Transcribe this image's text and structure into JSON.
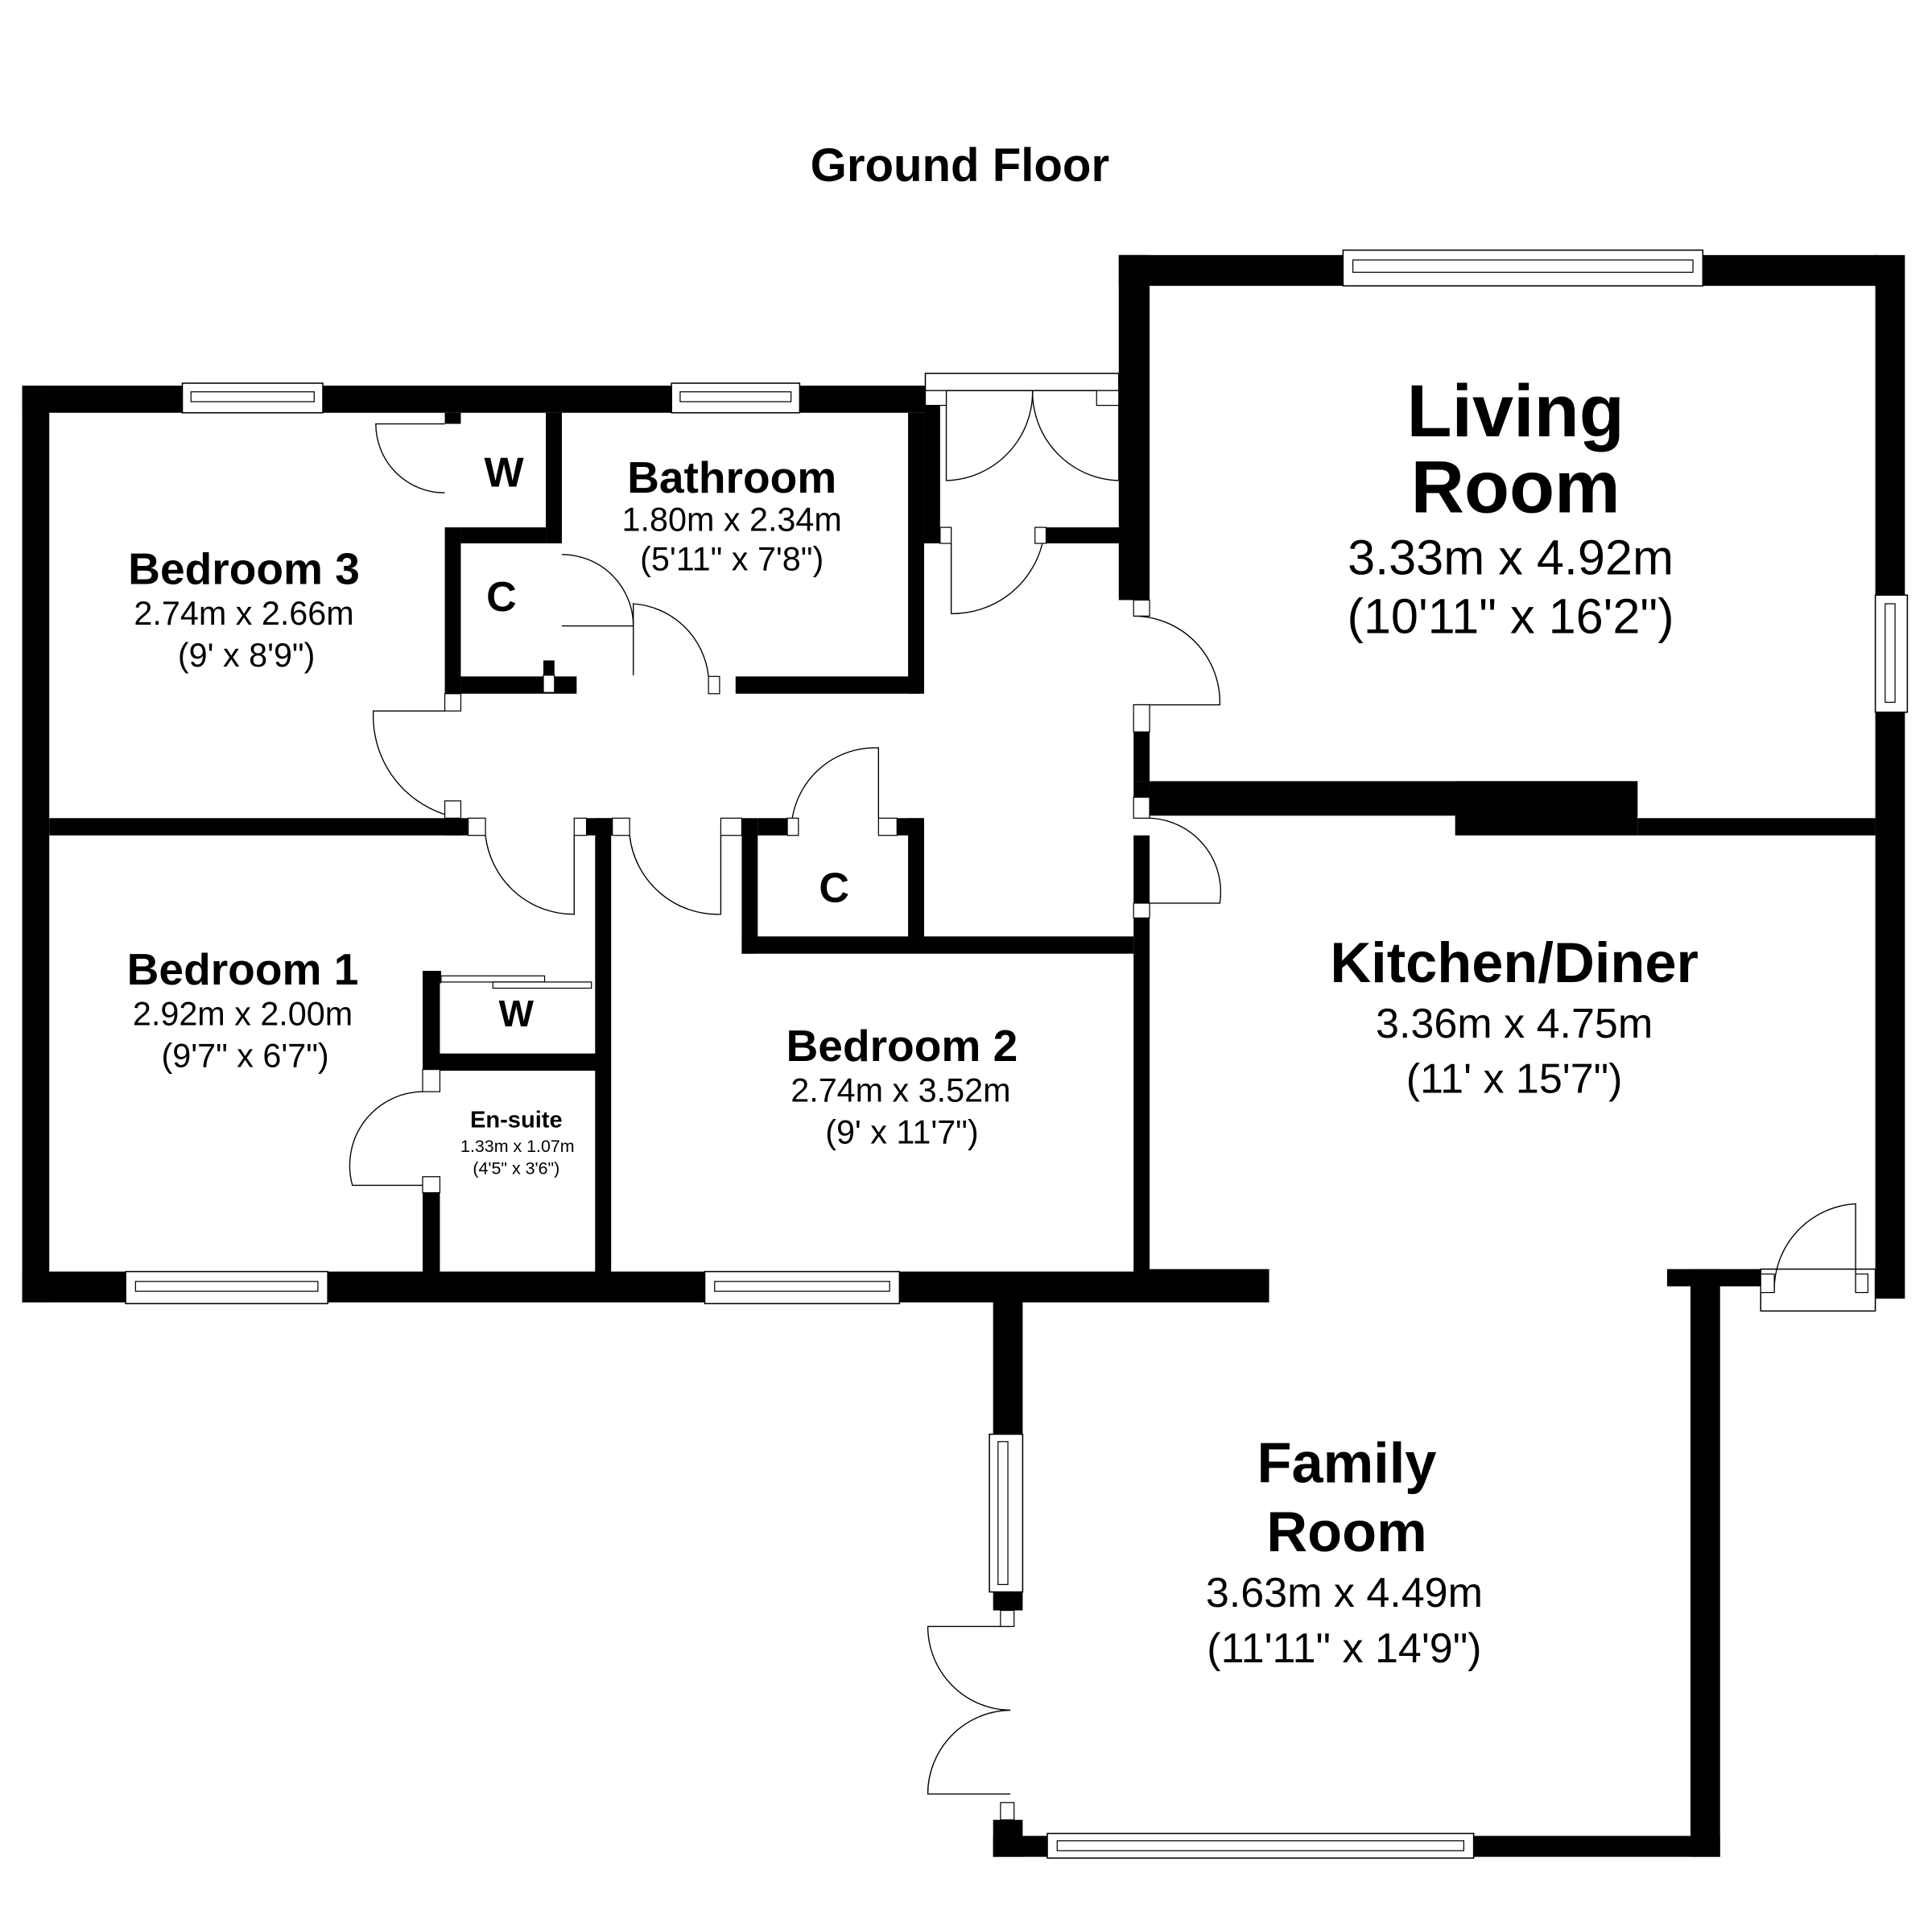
{
  "title": "Ground Floor",
  "rooms": {
    "living_room": {
      "name_line1": "Living",
      "name_line2": "Room",
      "metric": "3.33m x 4.92m",
      "imperial": "(10'11\" x 16'2\")"
    },
    "kitchen_diner": {
      "name": "Kitchen/Diner",
      "metric": "3.36m x 4.75m",
      "imperial": "(11' x 15'7\")"
    },
    "family_room": {
      "name_line1": "Family",
      "name_line2": "Room",
      "metric": "3.63m x 4.49m",
      "imperial": "(11'11\" x 14'9\")"
    },
    "bedroom_1": {
      "name": "Bedroom 1",
      "metric": "2.92m x 2.00m",
      "imperial": "(9'7\" x 6'7\")"
    },
    "bedroom_2": {
      "name": "Bedroom 2",
      "metric": "2.74m x 3.52m",
      "imperial": "(9' x 11'7\")"
    },
    "bedroom_3": {
      "name": "Bedroom 3",
      "metric": "2.74m x 2.66m",
      "imperial": "(9' x 8'9\")"
    },
    "bathroom": {
      "name": "Bathroom",
      "metric": "1.80m x 2.34m",
      "imperial": "(5'11\" x 7'8\")"
    },
    "en_suite": {
      "name": "En-suite",
      "metric": "1.33m x 1.07m",
      "imperial": "(4'5\" x 3'6\")"
    }
  },
  "closets": {
    "bed3_wardrobe": "W",
    "bed3_cupboard": "C",
    "hall_cupboard": "C",
    "bed1_wardrobe": "W"
  },
  "colors": {
    "wall": "#000000",
    "background": "#ffffff"
  }
}
